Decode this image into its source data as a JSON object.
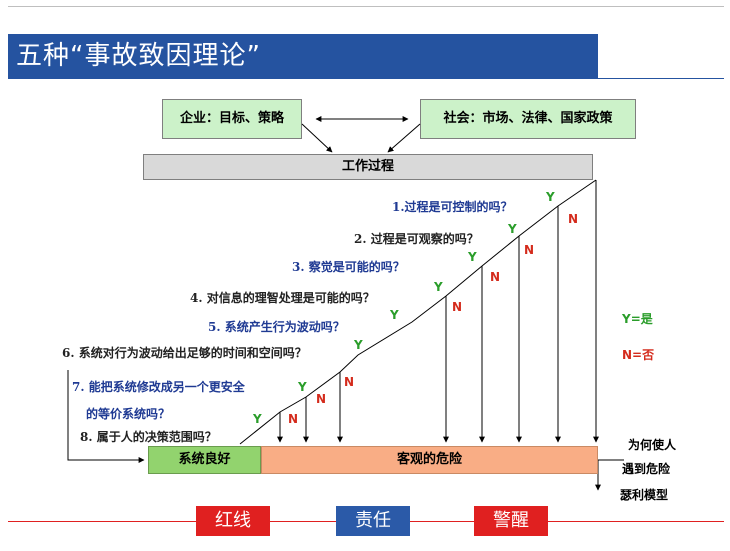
{
  "title": "五种“事故致因理论”",
  "top_boxes": {
    "enterprise": "企业：目标、策略",
    "society": "社会：市场、法律、国家政策",
    "process": "工作过程"
  },
  "questions": [
    {
      "label": "1.过程是可控制的吗？",
      "y": "Y",
      "n": "N"
    },
    {
      "label": "2. 过程是可观察的吗？",
      "y": "Y",
      "n": "N"
    },
    {
      "label": "3. 察觉是可能的吗？",
      "y": "Y",
      "n": "N"
    },
    {
      "label": "4. 对信息的理智处理是可能的吗？",
      "y": "Y",
      "n": "N"
    },
    {
      "label": "5. 系统产生行为波动吗？",
      "y": "Y",
      "n": ""
    },
    {
      "label": "6. 系统对行为波动给出足够的时间和空间吗？",
      "y": "Y",
      "n": "N"
    },
    {
      "label": "7. 能把系统修改成另一个更安全",
      "y": "Y",
      "n": "N"
    },
    {
      "label": "的等价系统吗？",
      "y": "",
      "n": ""
    },
    {
      "label": "8. 属于人的决策范围吗？",
      "y": "Y",
      "n": "N"
    }
  ],
  "legend": {
    "yes": "Y=是",
    "no": "N=否"
  },
  "bottom_boxes": {
    "good": "系统良好",
    "danger": "客观的危险"
  },
  "model_label": [
    "为何使人",
    "遇到危险",
    "瑟利模型"
  ],
  "buttons": {
    "red_line": "红线",
    "responsibility": "责任",
    "alert": "警醒"
  }
}
